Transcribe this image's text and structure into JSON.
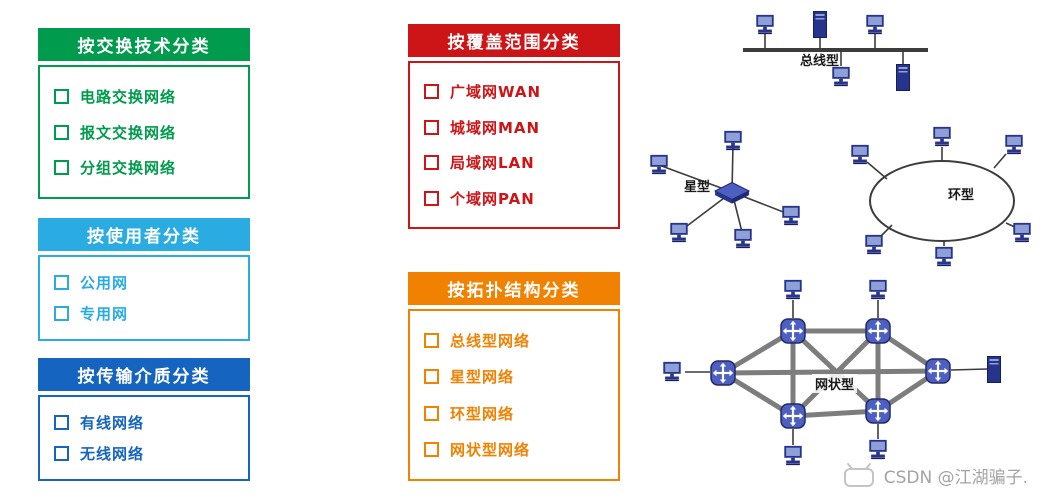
{
  "panels": [
    {
      "id": "switch-tech",
      "title": "按交换技术分类",
      "color": "#009b4c",
      "items": [
        "电路交换网络",
        "报文交换网络",
        "分组交换网络"
      ]
    },
    {
      "id": "user",
      "title": "按使用者分类",
      "color": "#2aabe2",
      "items": [
        "公用网",
        "专用网"
      ]
    },
    {
      "id": "medium",
      "title": "按传输介质分类",
      "color": "#1565c0",
      "items": [
        "有线网络",
        "无线网络"
      ]
    },
    {
      "id": "coverage",
      "title": "按覆盖范围分类",
      "color": "#cd1417",
      "items": [
        "广域网WAN",
        "城域网MAN",
        "局域网LAN",
        "个域网PAN"
      ]
    },
    {
      "id": "topology",
      "title": "按拓扑结构分类",
      "color": "#f18101",
      "items": [
        "总线型网络",
        "星型网络",
        "环型网络",
        "网状型网络"
      ]
    }
  ],
  "topologies": {
    "bus": {
      "label": "总线型"
    },
    "star": {
      "label": "星型"
    },
    "ring": {
      "label": "环型"
    },
    "mesh": {
      "label": "网状型"
    }
  },
  "diagram_colors": {
    "device": "#27348b",
    "device_screen": "#8fa0d8",
    "router": "#4d5fc0",
    "wire": "#3c3c3c",
    "mesh_link": "#7d7d7d"
  },
  "icons": {
    "bullet": "unchecked-checkbox",
    "endpoint": "desktop-computer",
    "server": "tower-server",
    "hub": "switch",
    "node": "router",
    "brand": "tv"
  },
  "watermark": {
    "text": "CSDN @江湖骗子."
  }
}
